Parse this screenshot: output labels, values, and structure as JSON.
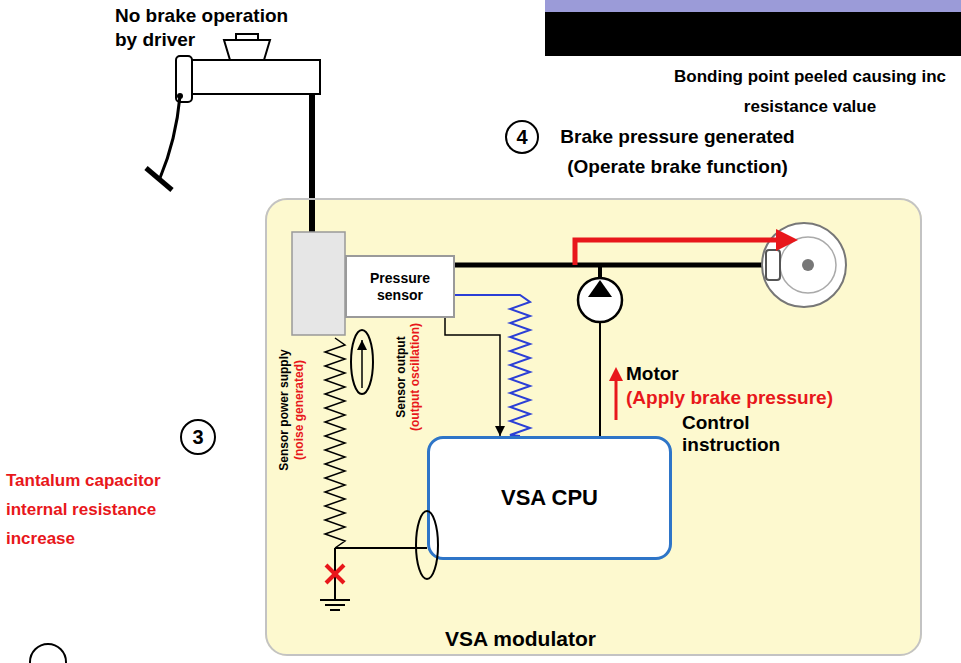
{
  "diagram": {
    "nodes": [
      {
        "text": [
          "4"
        ]
      },
      {
        "text": [
          "VSA modulator"
        ]
      },
      {
        "text": [
          "Pressure sensor"
        ],
        "in": 1
      },
      {
        "text": [
          "VSA CPU"
        ],
        "in": 1
      },
      {
        "text": [
          "3"
        ]
      }
    ],
    "edges": [
      {
        "from": 2,
        "to": 3,
        "arrow": "to"
      }
    ],
    "labels": [
      "No brake operation by driver",
      "Bonding point peeled causing inc resistance value",
      "Brake pressure generated (Operate brake function)",
      "Sensor power supply",
      "(noise generated)",
      "Sensor output",
      "(output oscillation)",
      "Motor",
      "(Apply brake pressure)",
      "Control instruction",
      "Tantalum capacitor internal resistance increase"
    ]
  }
}
